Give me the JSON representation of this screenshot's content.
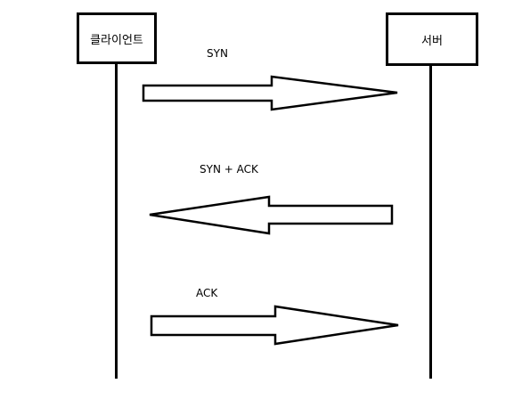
{
  "participants": {
    "client": "클라이언트",
    "server": "서버"
  },
  "messages": [
    {
      "label": "SYN",
      "direction": "client-to-server"
    },
    {
      "label": "SYN + ACK",
      "direction": "server-to-client"
    },
    {
      "label": "ACK",
      "direction": "client-to-server"
    }
  ]
}
